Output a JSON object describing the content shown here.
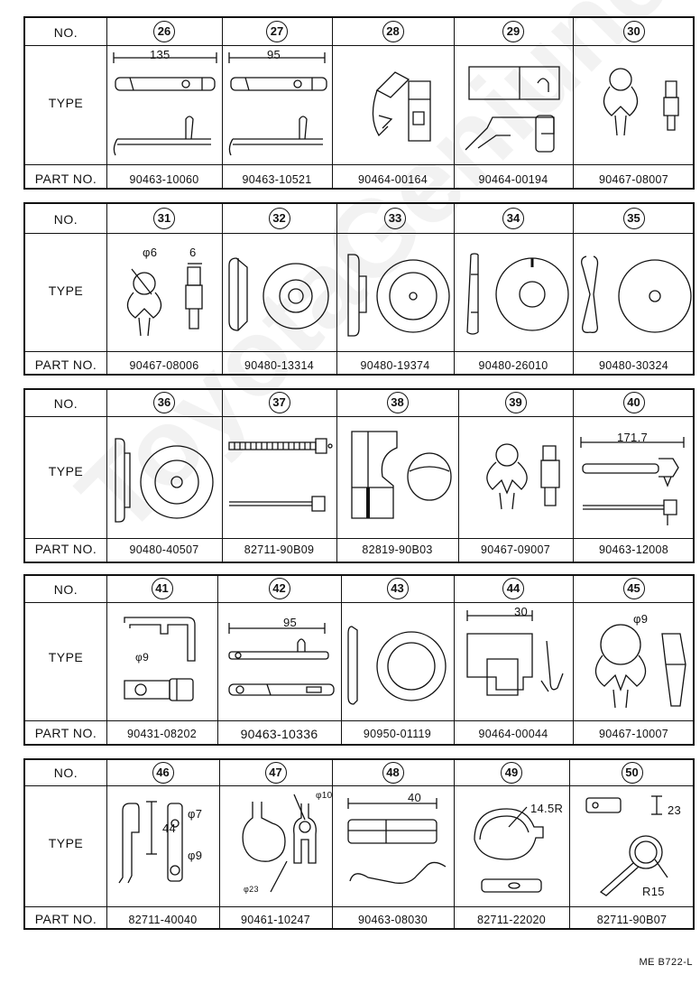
{
  "labels": {
    "no": "NO.",
    "type": "TYPE",
    "part_no": "PART NO."
  },
  "tables": [
    {
      "items": [
        {
          "no": "26",
          "part": "90463-10060",
          "dim": "135"
        },
        {
          "no": "27",
          "part": "90463-10521",
          "dim": "95"
        },
        {
          "no": "28",
          "part": "90464-00164",
          "dim": ""
        },
        {
          "no": "29",
          "part": "90464-00194",
          "dim": ""
        },
        {
          "no": "30",
          "part": "90467-08007",
          "dim": ""
        }
      ]
    },
    {
      "items": [
        {
          "no": "31",
          "part": "90467-08006",
          "dim": "φ6",
          "dim2": "6"
        },
        {
          "no": "32",
          "part": "90480-13314",
          "dim": ""
        },
        {
          "no": "33",
          "part": "90480-19374",
          "dim": ""
        },
        {
          "no": "34",
          "part": "90480-26010",
          "dim": ""
        },
        {
          "no": "35",
          "part": "90480-30324",
          "dim": ""
        }
      ]
    },
    {
      "items": [
        {
          "no": "36",
          "part": "90480-40507",
          "dim": ""
        },
        {
          "no": "37",
          "part": "82711-90B09",
          "dim": ""
        },
        {
          "no": "38",
          "part": "82819-90B03",
          "dim": ""
        },
        {
          "no": "39",
          "part": "90467-09007",
          "dim": ""
        },
        {
          "no": "40",
          "part": "90463-12008",
          "dim": "171.7"
        }
      ]
    },
    {
      "items": [
        {
          "no": "41",
          "part": "90431-08202",
          "dim": "φ9"
        },
        {
          "no": "42",
          "part": "90463-10336",
          "dim": "95"
        },
        {
          "no": "43",
          "part": "90950-01119",
          "dim": ""
        },
        {
          "no": "44",
          "part": "90464-00044",
          "dim": "30"
        },
        {
          "no": "45",
          "part": "90467-10007",
          "dim": "φ9"
        }
      ]
    },
    {
      "items": [
        {
          "no": "46",
          "part": "82711-40040",
          "dim": "44",
          "dim2": "φ7",
          "dim3": "φ9"
        },
        {
          "no": "47",
          "part": "90461-10247",
          "dim": "φ10",
          "dim2": "φ23"
        },
        {
          "no": "48",
          "part": "90463-08030",
          "dim": "40"
        },
        {
          "no": "49",
          "part": "82711-22020",
          "dim": "14.5R"
        },
        {
          "no": "50",
          "part": "82711-90B07",
          "dim": "23",
          "dim2": "R15"
        }
      ]
    }
  ],
  "reference": "ME B722-L",
  "watermark": "ToyotaGeniune.ru"
}
